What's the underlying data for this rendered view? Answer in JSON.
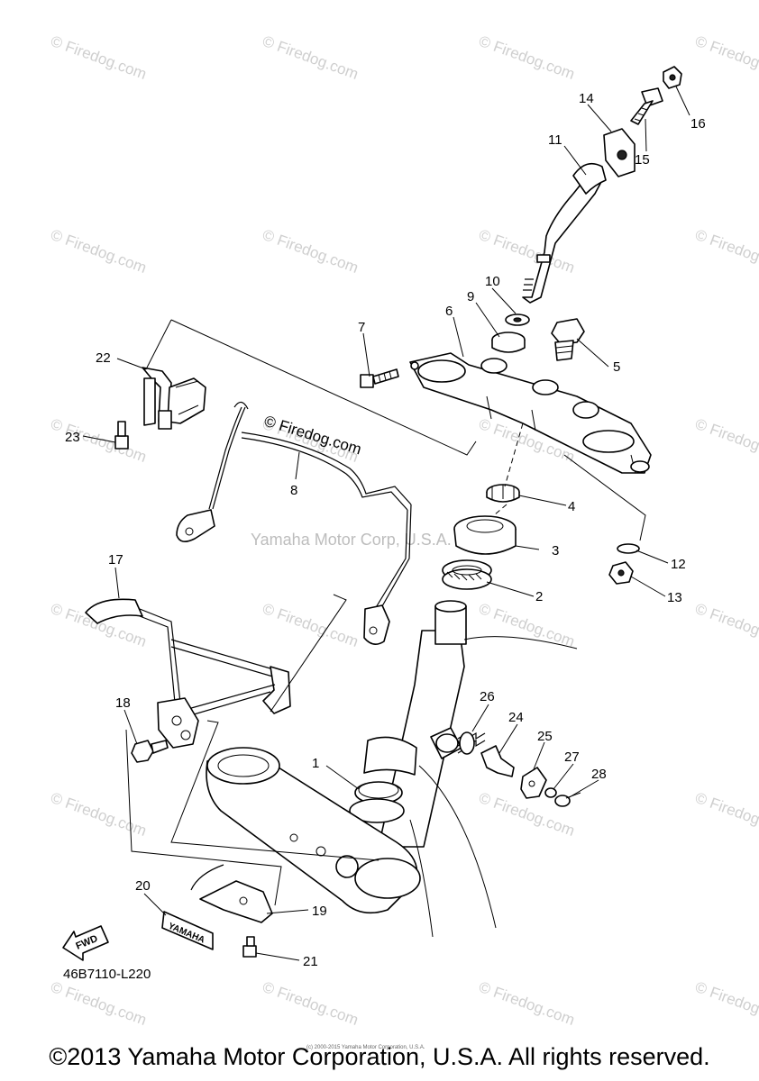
{
  "watermark": "© Firedog.com",
  "stamp_center": "Yamaha Motor Corp, U.S.A.",
  "cable_watermark": "© Firedog.com",
  "callouts": [
    "1",
    "2",
    "3",
    "4",
    "5",
    "6",
    "7",
    "8",
    "9",
    "10",
    "11",
    "12",
    "13",
    "14",
    "15",
    "16",
    "17",
    "18",
    "19",
    "20",
    "21",
    "22",
    "23",
    "24",
    "25",
    "26",
    "27",
    "28"
  ],
  "fwd_label": "FWD",
  "yamaha_label": "YAMAHA",
  "drawing_code": "46B7110-L220",
  "fine_print": "(c) 2000-2015 Yamaha Motor Corporation, U.S.A.",
  "copyright": "©2013 Yamaha Motor Corporation, U.S.A. All rights reserved."
}
